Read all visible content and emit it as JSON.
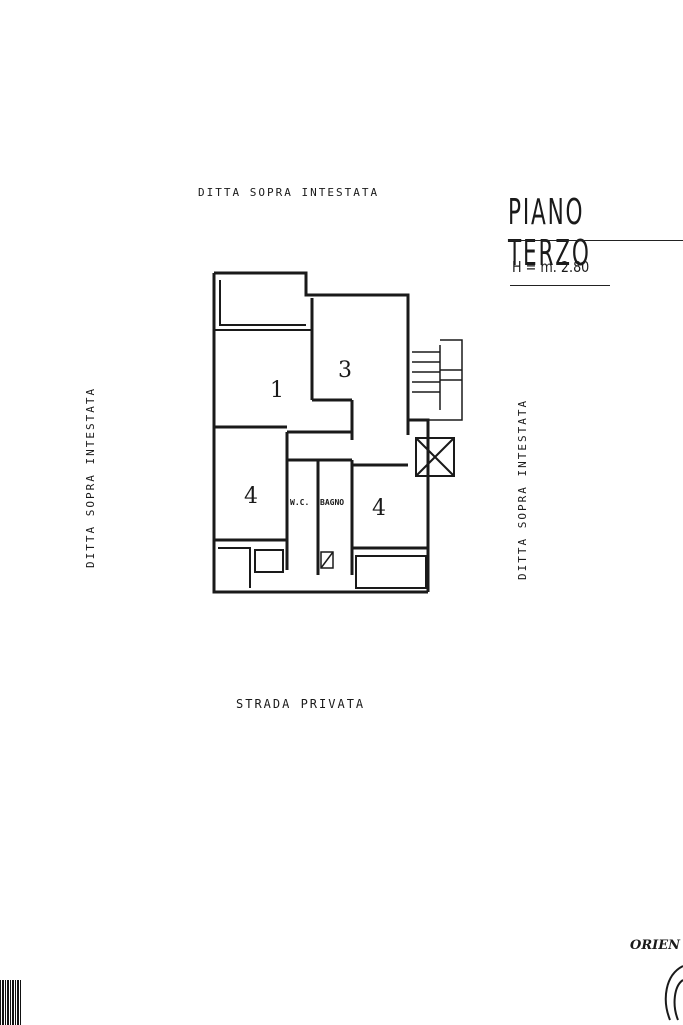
{
  "labels": {
    "top_neighbor": "DITTA SOPRA INTESTATA",
    "left_neighbor": "DITTA SOPRA INTESTATA",
    "right_neighbor": "DITTA SOPRA INTESTATA",
    "street": "STRADA PRIVATA"
  },
  "title": {
    "floor": "PIANO TERZO",
    "height": "H = m. 2.80"
  },
  "orientation_label": "ORIEN",
  "rooms": {
    "room_1": "1",
    "room_3": "3",
    "room_4a": "4",
    "room_4b": "4",
    "wc": "W.C.",
    "bagno": "BAGNO"
  }
}
